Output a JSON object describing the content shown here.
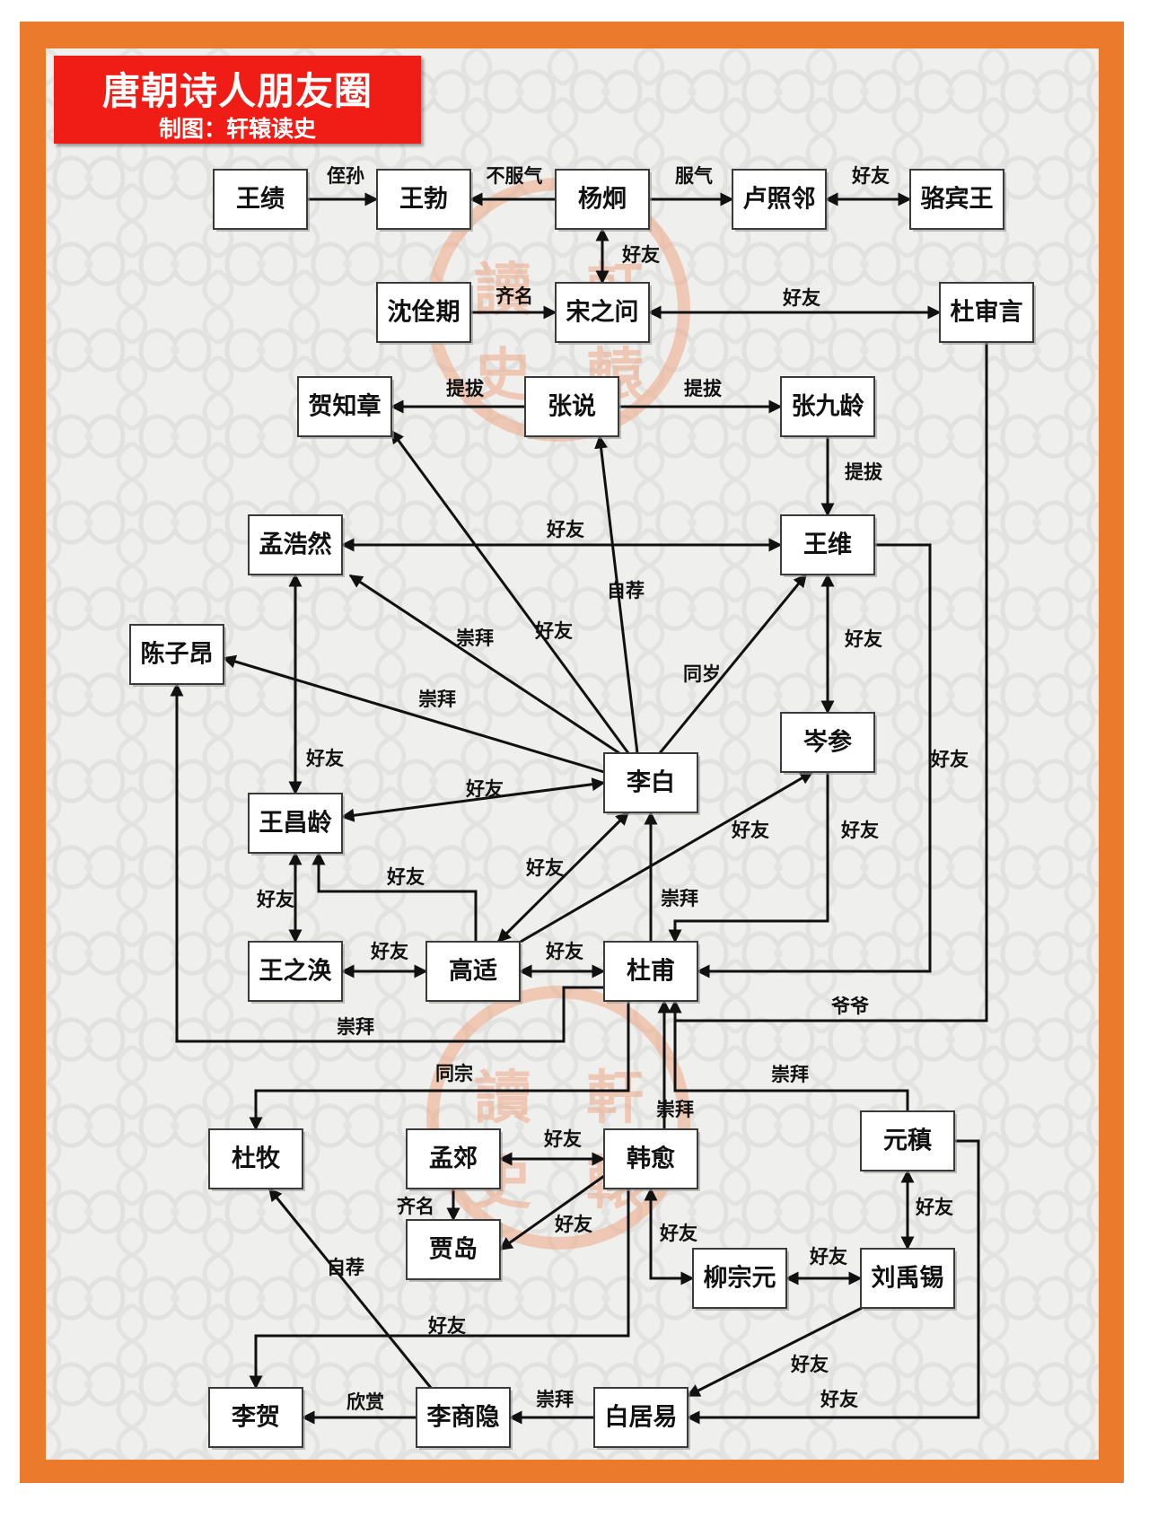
{
  "header": {
    "title": "唐朝诗人朋友圈",
    "subtitle": "制图：轩辕读史"
  },
  "watermark": {
    "chars": [
      "讀",
      "軒",
      "史",
      "轅"
    ]
  },
  "colors": {
    "frame": "#ec7a2d",
    "title_bg": "#ef1d16",
    "stamp": "#eea985",
    "node_border": "#3a3a3a"
  },
  "nodes": {
    "wangji": "王绩",
    "wangbo": "王勃",
    "yangjiong": "杨炯",
    "luzhaolin": "卢照邻",
    "luobinwang": "骆宾王",
    "shenquanqi": "沈佺期",
    "songzhiwen": "宋之问",
    "dushenyan": "杜审言",
    "hezhizhang": "贺知章",
    "zhangyue": "张说",
    "zhangjiuling": "张九龄",
    "menghaoran": "孟浩然",
    "wangwei": "王维",
    "chenzi": "陈子昂",
    "libai": "李白",
    "censhen": "岑参",
    "wangchangling": "王昌龄",
    "wangzhihuan": "王之涣",
    "gaoshi": "高适",
    "dufu": "杜甫",
    "dumu": "杜牧",
    "mengjiao": "孟郊",
    "hanyu": "韩愈",
    "yuanzhen": "元稹",
    "jiadao": "贾岛",
    "liuzongyuan": "柳宗元",
    "liuyuxi": "刘禹锡",
    "lihe": "李贺",
    "lishangyin": "李商隐",
    "baijuyi": "白居易"
  },
  "edges": [
    {
      "id": "wangji-wangbo",
      "from": "王绩",
      "to": "王勃",
      "label": "侄孙"
    },
    {
      "id": "yangjiong-wangbo",
      "from": "杨炯",
      "to": "王勃",
      "label": "不服气"
    },
    {
      "id": "yangjiong-luzhaolin",
      "from": "杨炯",
      "to": "卢照邻",
      "label": "服气"
    },
    {
      "id": "luzhaolin-luobinwang",
      "from": "卢照邻",
      "to": "骆宾王",
      "label": "好友"
    },
    {
      "id": "yangjiong-songzhiwen",
      "from": "杨炯",
      "to": "宋之问",
      "label": "好友"
    },
    {
      "id": "shenquanqi-songzhiwen",
      "from": "沈佺期",
      "to": "宋之问",
      "label": "齐名"
    },
    {
      "id": "songzhiwen-dushenyan",
      "from": "宋之问",
      "to": "杜审言",
      "label": "好友"
    },
    {
      "id": "zhangyue-hezhizhang",
      "from": "张说",
      "to": "贺知章",
      "label": "提拔"
    },
    {
      "id": "zhangyue-zhangjiuling",
      "from": "张说",
      "to": "张九龄",
      "label": "提拔"
    },
    {
      "id": "zhangjiuling-wangwei",
      "from": "张九龄",
      "to": "王维",
      "label": "提拔"
    },
    {
      "id": "menghaoran-wangwei",
      "from": "孟浩然",
      "to": "王维",
      "label": "好友"
    },
    {
      "id": "libai-zhangyue",
      "from": "李白",
      "to": "张说",
      "label": "自荐"
    },
    {
      "id": "libai-menghaoran",
      "from": "李白",
      "to": "孟浩然",
      "label": "崇拜"
    },
    {
      "id": "libai-hezhizhang",
      "from": "李白",
      "to": "贺知章",
      "label": "好友"
    },
    {
      "id": "libai-wangwei",
      "from": "李白",
      "to": "王维",
      "label": "同岁"
    },
    {
      "id": "libai-chenzi",
      "from": "李白",
      "to": "陈子昂",
      "label": "崇拜"
    },
    {
      "id": "wangwei-censhen",
      "from": "王维",
      "to": "岑参",
      "label": "好友"
    },
    {
      "id": "menghaoran-wangchangling",
      "from": "孟浩然",
      "to": "王昌龄",
      "label": "好友"
    },
    {
      "id": "libai-wangchangling",
      "from": "李白",
      "to": "王昌龄",
      "label": "好友"
    },
    {
      "id": "wangwei-dufu",
      "from": "王维",
      "to": "杜甫",
      "label": "好友"
    },
    {
      "id": "gaoshi-censhen",
      "from": "高适",
      "to": "岑参",
      "label": "好友"
    },
    {
      "id": "censhen-dufu",
      "from": "岑参",
      "to": "杜甫",
      "label": "好友"
    },
    {
      "id": "gaoshi-wangchangling",
      "from": "高适",
      "to": "王昌龄",
      "label": "好友"
    },
    {
      "id": "gaoshi-libai",
      "from": "高适",
      "to": "李白",
      "label": "好友"
    },
    {
      "id": "wangchangling-wangzhihuan",
      "from": "王昌龄",
      "to": "王之涣",
      "label": "好友"
    },
    {
      "id": "dufu-libai",
      "from": "杜甫",
      "to": "李白",
      "label": "崇拜"
    },
    {
      "id": "wangzhihuan-gaoshi",
      "from": "王之涣",
      "to": "高适",
      "label": "好友"
    },
    {
      "id": "gaoshi-dufu",
      "from": "高适",
      "to": "杜甫",
      "label": "好友"
    },
    {
      "id": "dushenyan-dufu",
      "from": "杜审言",
      "to": "杜甫",
      "label": "爷爷"
    },
    {
      "id": "dufu-chenzi",
      "from": "杜甫",
      "to": "陈子昂",
      "label": "崇拜"
    },
    {
      "id": "dufu-dumu",
      "from": "杜甫",
      "to": "杜牧",
      "label": "同宗"
    },
    {
      "id": "yuanzhen-dufu",
      "from": "元稹",
      "to": "杜甫",
      "label": "崇拜"
    },
    {
      "id": "hanyu-dufu",
      "from": "韩愈",
      "to": "杜甫",
      "label": "崇拜"
    },
    {
      "id": "mengjiao-hanyu",
      "from": "孟郊",
      "to": "韩愈",
      "label": "好友"
    },
    {
      "id": "mengjiao-jiadao",
      "from": "孟郊",
      "to": "贾岛",
      "label": "齐名"
    },
    {
      "id": "hanyu-jiadao",
      "from": "韩愈",
      "to": "贾岛",
      "label": "好友"
    },
    {
      "id": "hanyu-liuzongyuan",
      "from": "韩愈",
      "to": "柳宗元",
      "label": "好友"
    },
    {
      "id": "yuanzhen-liuyuxi",
      "from": "元稹",
      "to": "刘禹锡",
      "label": "好友"
    },
    {
      "id": "liuzongyuan-liuyuxi",
      "from": "柳宗元",
      "to": "刘禹锡",
      "label": "好友"
    },
    {
      "id": "lishangyin-dumu",
      "from": "李商隐",
      "to": "杜牧",
      "label": "自荐"
    },
    {
      "id": "hanyu-lihe",
      "from": "韩愈",
      "to": "李贺",
      "label": "好友"
    },
    {
      "id": "liuyuxi-baijuyi",
      "from": "刘禹锡",
      "to": "白居易",
      "label": "好友"
    },
    {
      "id": "yuanzhen-baijuyi",
      "from": "元稹",
      "to": "白居易",
      "label": "好友"
    },
    {
      "id": "lishangyin-lihe",
      "from": "李商隐",
      "to": "李贺",
      "label": "欣赏"
    },
    {
      "id": "baijuyi-lishangyin",
      "from": "白居易",
      "to": "李商隐",
      "label": "崇拜"
    }
  ]
}
